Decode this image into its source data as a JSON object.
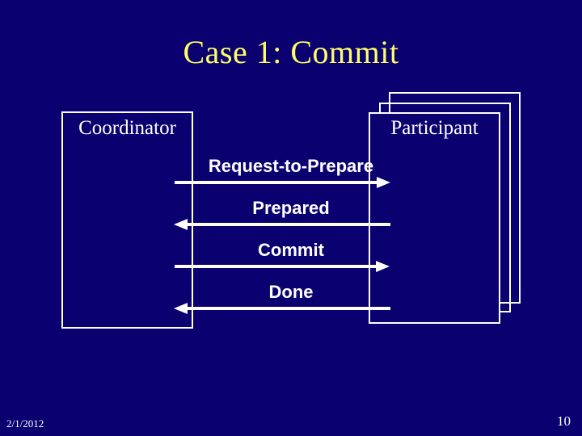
{
  "slide": {
    "title": "Case 1: Commit",
    "background_color": "#0a0070",
    "title_color": "#ffff66",
    "text_color": "#ffffff"
  },
  "diagram": {
    "coordinator": {
      "label": "Coordinator"
    },
    "participant": {
      "label": "Participant"
    },
    "messages": [
      {
        "label": "Request-to-Prepare",
        "direction": "coordinator-to-participant"
      },
      {
        "label": "Prepared",
        "direction": "participant-to-coordinator"
      },
      {
        "label": "Commit",
        "direction": "coordinator-to-participant"
      },
      {
        "label": "Done",
        "direction": "participant-to-coordinator"
      }
    ]
  },
  "footer": {
    "date": "2/1/2012",
    "page_number": "10"
  }
}
